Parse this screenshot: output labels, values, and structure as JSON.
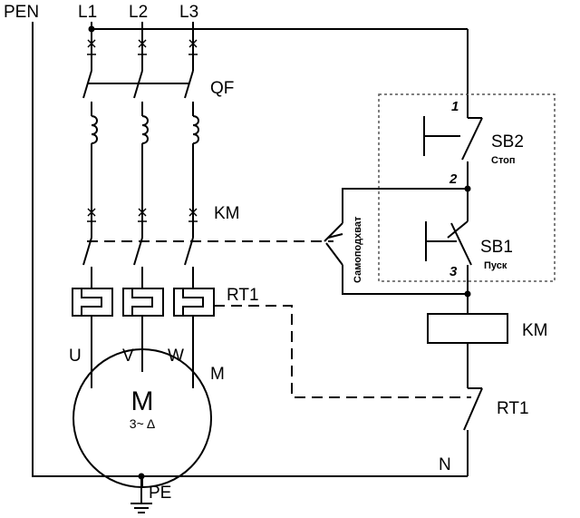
{
  "supply": {
    "pen": "PEN",
    "phases": [
      "L1",
      "L2",
      "L3"
    ]
  },
  "components": {
    "breaker": "QF",
    "contactor_power": "KM",
    "thermal_relay": "RT1",
    "motor_terminals": [
      "U",
      "V",
      "W"
    ],
    "motor_label": "M",
    "motor_symbol": "M",
    "motor_type": "3~ Δ",
    "contactor_coil": "KM",
    "thermal_contact": "RT1",
    "neutral": "N",
    "protective_earth": "PE"
  },
  "control": {
    "stop_button": "SB2",
    "stop_caption": "Стоп",
    "start_button": "SB1",
    "start_caption": "Пуск",
    "self_hold": "Самоподхват",
    "nodes": [
      "1",
      "2",
      "3"
    ]
  },
  "colors": {
    "stop_caption": "#d40000",
    "start_caption": "#1a8a1a",
    "self_hold": "#1c2f8f",
    "wire": "#000000"
  }
}
